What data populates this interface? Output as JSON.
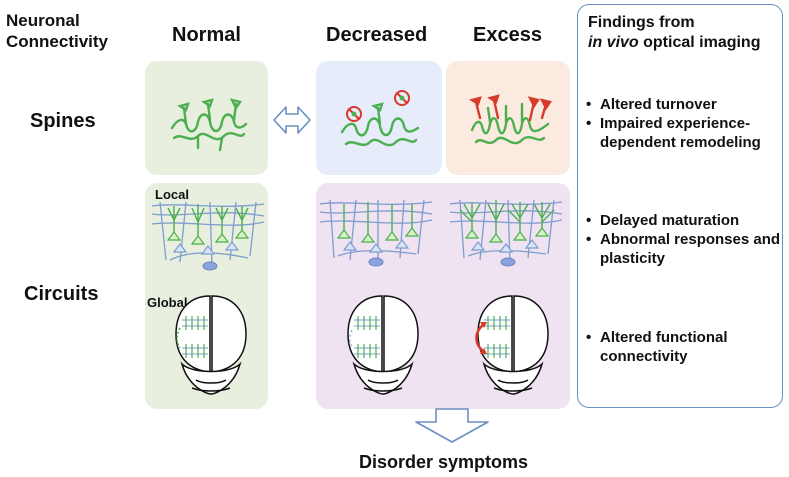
{
  "header": {
    "row_header": "Neuronal\nConnectivity",
    "col_normal": "Normal",
    "col_decreased": "Decreased",
    "col_excess": "Excess"
  },
  "rows": {
    "spines": "Spines",
    "circuits": "Circuits"
  },
  "circuit_labels": {
    "local": "Local",
    "global": "Global"
  },
  "findings": {
    "title_line1": "Findings from",
    "title_italic": "in vivo",
    "title_rest": " optical imaging",
    "groups": [
      [
        "Altered turnover",
        "Impaired experience-dependent remodeling"
      ],
      [
        "Delayed maturation",
        "Abnormal responses and plasticity"
      ],
      [
        "Altered functional connectivity"
      ]
    ]
  },
  "footer": {
    "outcome": "Disorder symptoms"
  },
  "colors": {
    "normal_bg": "#e8efdf",
    "decreased_bg": "#e6ecfa",
    "excess_bg": "#fbeae0",
    "circuits_abnormal_bg": "#efe2f1",
    "spine_green": "#4caf50",
    "net_blue": "#7f9ccf",
    "alert_red": "#d63a2a",
    "arrow_outline": "#6a8fc4"
  }
}
